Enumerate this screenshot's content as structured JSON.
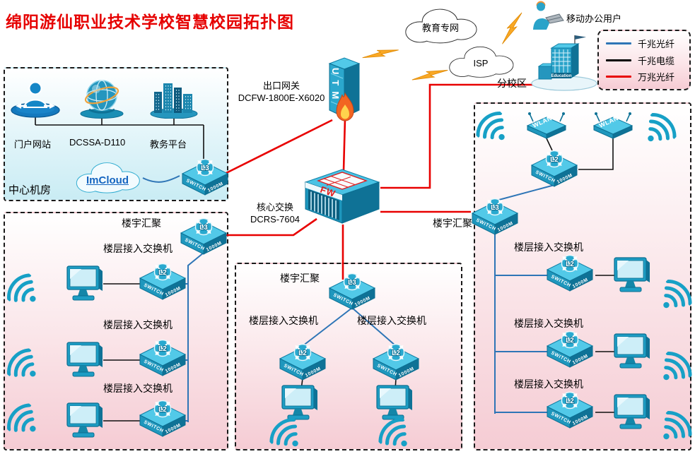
{
  "title": "绵阳游仙职业技术学校智慧校园拓扑图",
  "wan": {
    "edu_cloud": "教育专网",
    "isp_cloud": "ISP",
    "mobile_user": "移动办公用户",
    "branch_label": "分校区",
    "branch_sign": "Education"
  },
  "legend": {
    "items": [
      {
        "label": "千兆光纤",
        "color": "#2e75b6"
      },
      {
        "label": "千兆电缆",
        "color": "#000000"
      },
      {
        "label": "万兆光纤",
        "color": "#e80000"
      }
    ]
  },
  "gateway": {
    "name": "出口网关",
    "model": "DCFW-1800E-X6020",
    "device": "UTM"
  },
  "core": {
    "name": "核心交换",
    "model": "DCRS-7604",
    "device": "FW"
  },
  "datacenter": {
    "title": "中心机房",
    "portal": "门户网站",
    "security": "DCSSA-D110",
    "edu_platform": "教务平台",
    "cloud": "ImCloud"
  },
  "switch": {
    "name": "SWITCH",
    "speed": "1000M",
    "l2": "L2",
    "l3": "L3",
    "wlan": "WLAN"
  },
  "labels": {
    "aggregation": "楼宇汇聚",
    "floor_access": "楼层接入交换机"
  }
}
